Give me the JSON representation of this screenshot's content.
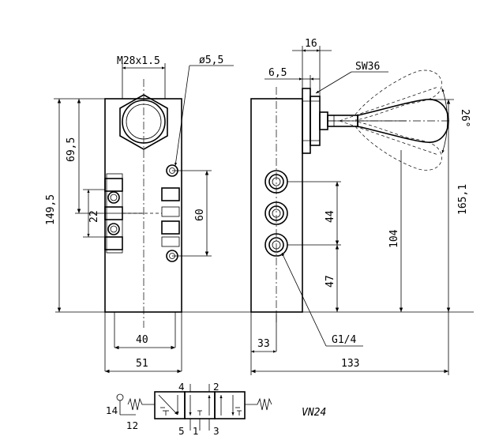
{
  "front_view": {
    "thread": "M28x1.5",
    "port_hole": "ø5,5",
    "height_total": "149,5",
    "height_upper": "69,5",
    "port_spacing": "22",
    "hole_spacing": "60",
    "width_inner": "40",
    "width_total": "51"
  },
  "side_view": {
    "handle_offset": "16",
    "nut_offset": "6,5",
    "nut_size": "SW36",
    "lever_angle": "26°",
    "height_total": "165,1",
    "port_pitch": "44",
    "port_height": "104",
    "port_bottom": "47",
    "port_thread": "G1/4",
    "port_offset": "33",
    "length_total": "133"
  },
  "symbol": {
    "port_4": "4",
    "port_2": "2",
    "port_5": "5",
    "port_1": "1",
    "port_3": "3",
    "pilot_14": "14",
    "pilot_12": "12",
    "model": "VN24"
  }
}
